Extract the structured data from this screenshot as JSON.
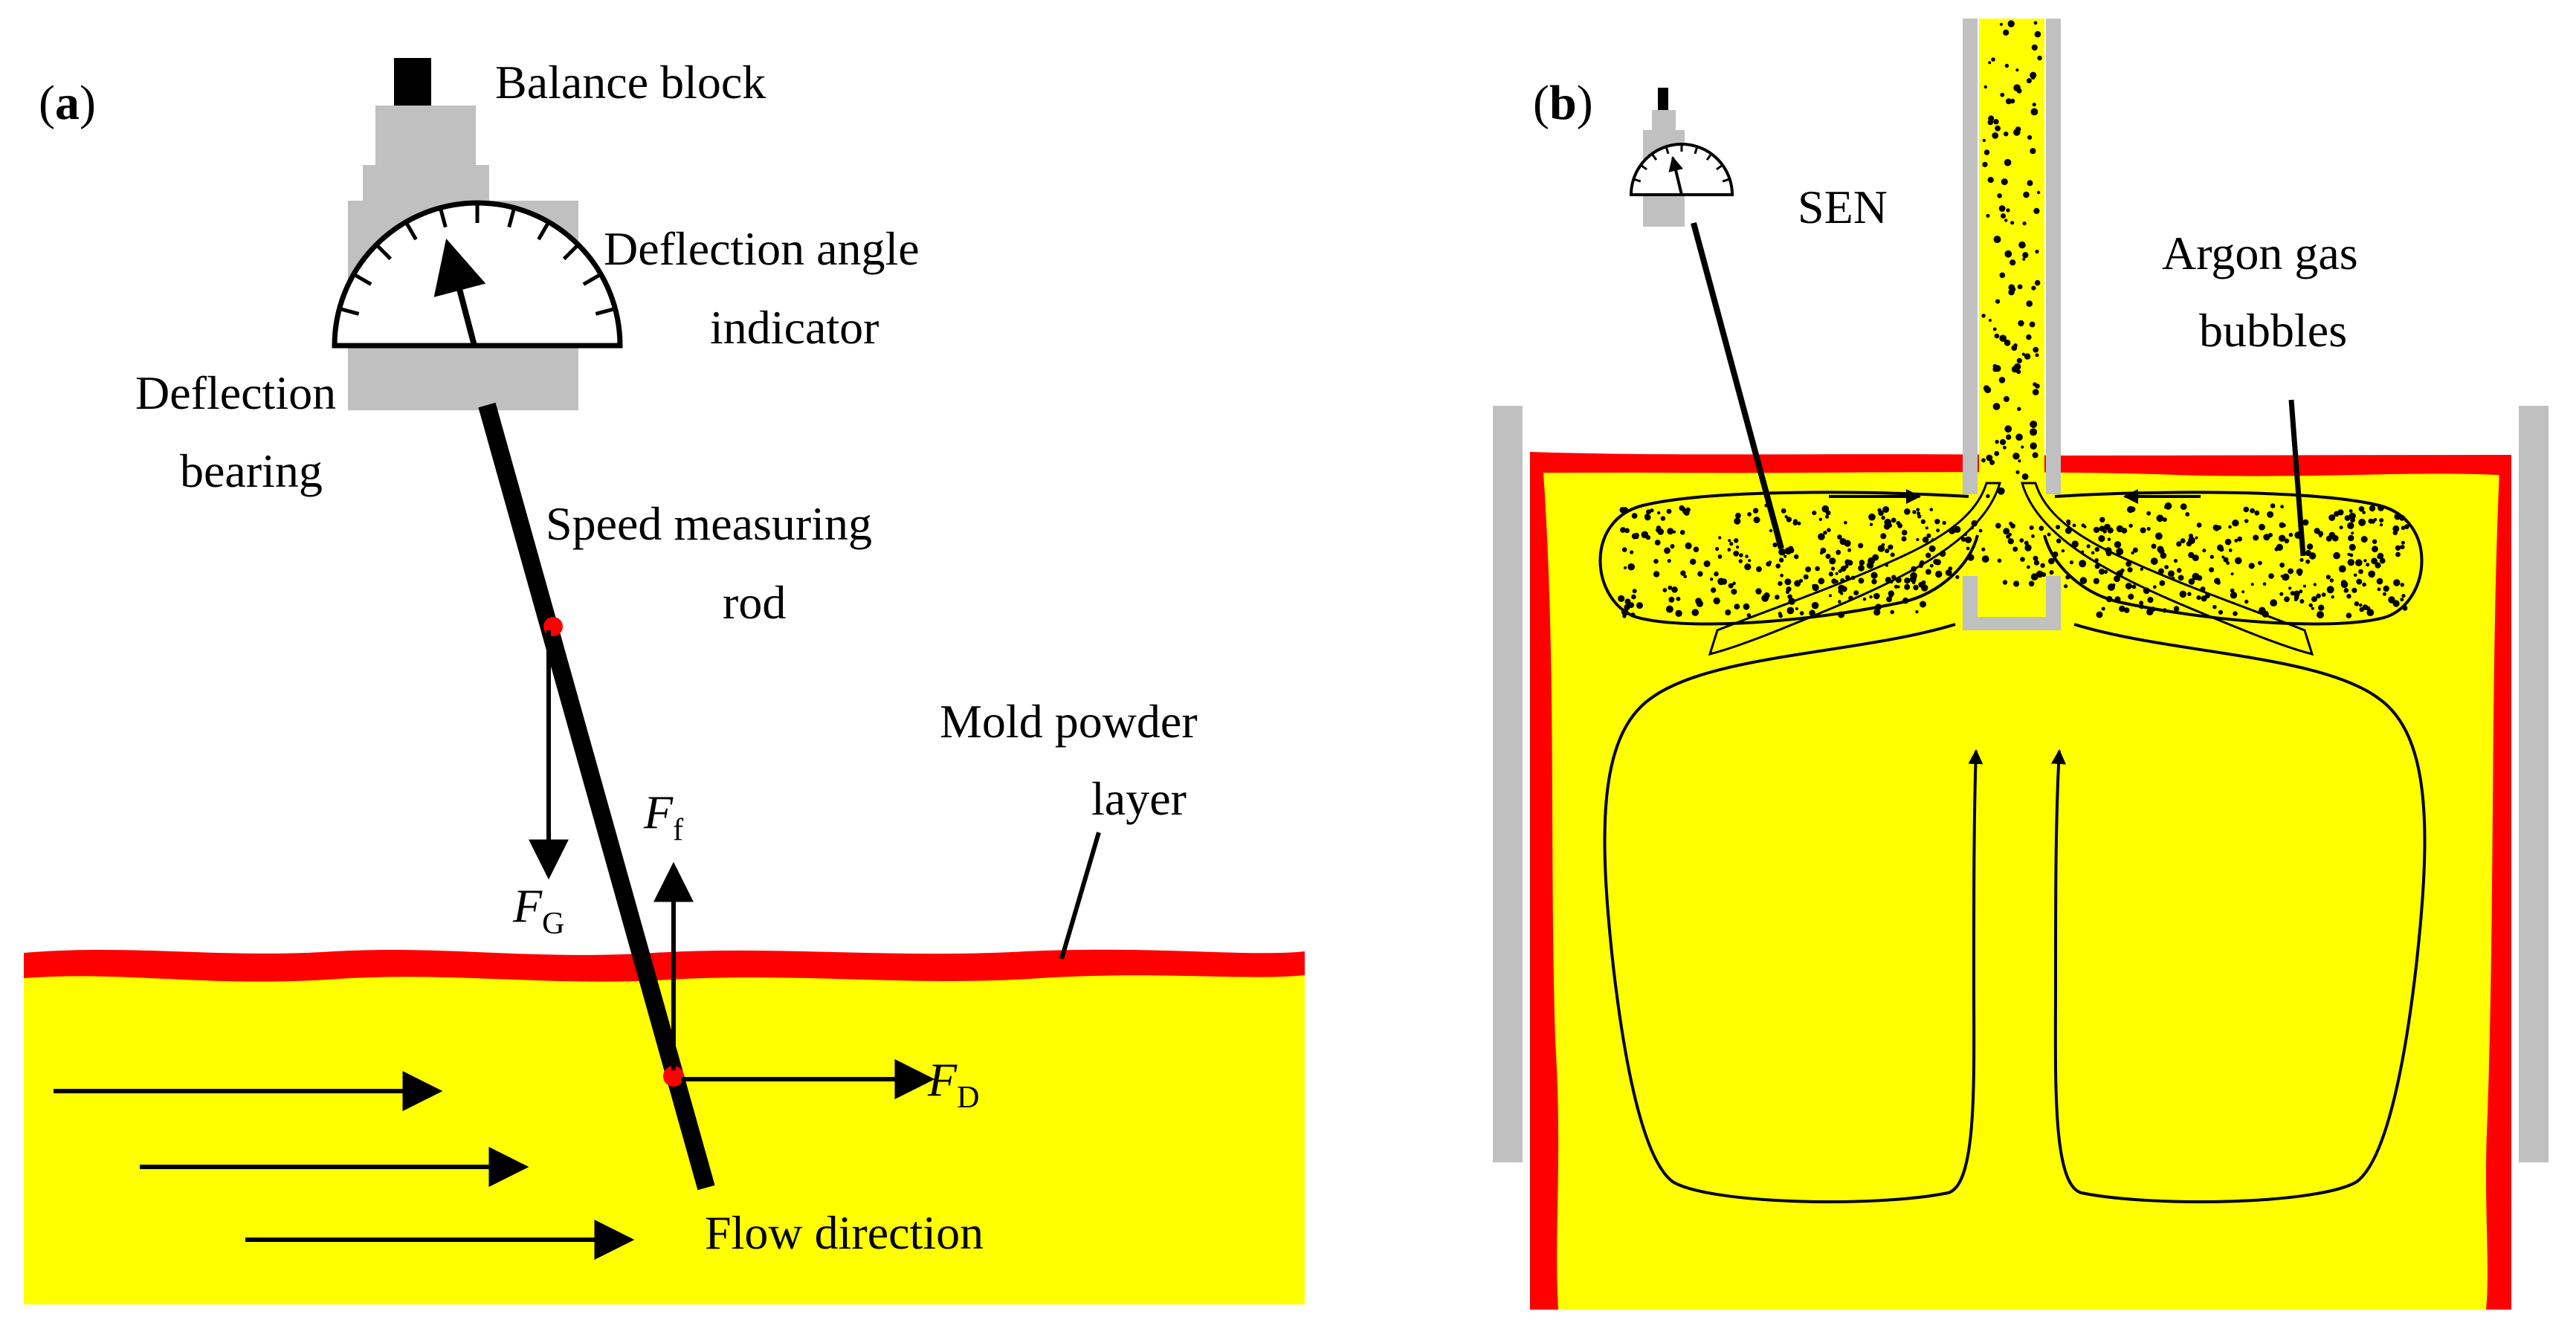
{
  "panels": {
    "a": {
      "label_open": "(",
      "label_letter": "a",
      "label_close": ")",
      "balance_block": "Balance block",
      "deflection_angle_indicator": [
        "Deflection angle",
        "indicator"
      ],
      "deflection_bearing": [
        "Deflection",
        "bearing"
      ],
      "speed_measuring_rod": [
        "Speed measuring",
        "rod"
      ],
      "mold_powder_layer": [
        "Mold powder",
        "layer"
      ],
      "flow_direction": "Flow direction",
      "force_gravity": {
        "symbol": "F",
        "subscript": "G"
      },
      "force_friction": {
        "symbol": "F",
        "subscript": "f"
      },
      "force_drag": {
        "symbol": "F",
        "subscript": "D"
      }
    },
    "b": {
      "label_open": "(",
      "label_letter": "b",
      "label_close": ")",
      "sen": "SEN",
      "argon_gas_bubbles": [
        "Argon gas",
        "bubbles"
      ]
    }
  },
  "colors": {
    "steel": "#ffff00",
    "mold_powder": "#ff0000",
    "mold_wall": "#c0c0c0",
    "rod": "#000000"
  }
}
